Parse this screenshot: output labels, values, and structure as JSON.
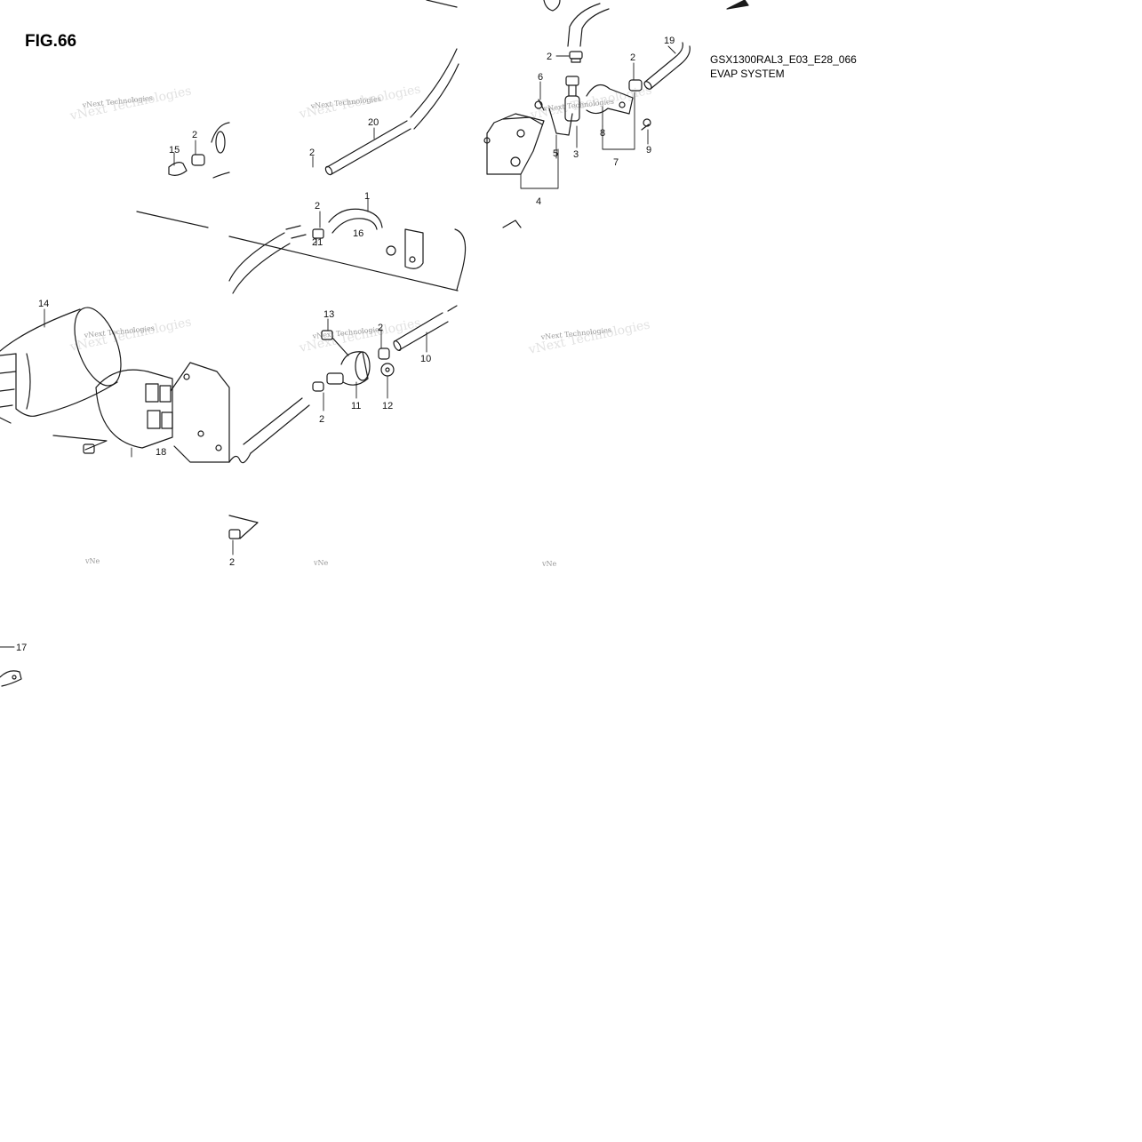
{
  "figure": {
    "title": "FIG.66",
    "code": "GSX1300RAL3_E03_E28_066",
    "name": "EVAP SYSTEM"
  },
  "callouts": [
    {
      "id": "c1",
      "label": "1"
    },
    {
      "id": "c2a",
      "label": "2"
    },
    {
      "id": "c2b",
      "label": "2"
    },
    {
      "id": "c2c",
      "label": "2"
    },
    {
      "id": "c2d",
      "label": "2"
    },
    {
      "id": "c2e",
      "label": "2"
    },
    {
      "id": "c2f",
      "label": "2"
    },
    {
      "id": "c2g",
      "label": "2"
    },
    {
      "id": "c2h",
      "label": "2"
    },
    {
      "id": "c3",
      "label": "3"
    },
    {
      "id": "c4",
      "label": "4"
    },
    {
      "id": "c5",
      "label": "5"
    },
    {
      "id": "c6",
      "label": "6"
    },
    {
      "id": "c7",
      "label": "7"
    },
    {
      "id": "c8",
      "label": "8"
    },
    {
      "id": "c9",
      "label": "9"
    },
    {
      "id": "c10",
      "label": "10"
    },
    {
      "id": "c11",
      "label": "11"
    },
    {
      "id": "c12",
      "label": "12"
    },
    {
      "id": "c13",
      "label": "13"
    },
    {
      "id": "c14",
      "label": "14"
    },
    {
      "id": "c15",
      "label": "15"
    },
    {
      "id": "c16",
      "label": "16"
    },
    {
      "id": "c17",
      "label": "17"
    },
    {
      "id": "c18",
      "label": "18"
    },
    {
      "id": "c19",
      "label": "19"
    },
    {
      "id": "c20",
      "label": "20"
    },
    {
      "id": "c21",
      "label": "21"
    }
  ],
  "watermark": {
    "text": "vNext Technologies",
    "fragment": "vNe"
  },
  "colors": {
    "line": "#1a1a1a",
    "background": "#ffffff",
    "watermark": "#9a9a9a"
  }
}
